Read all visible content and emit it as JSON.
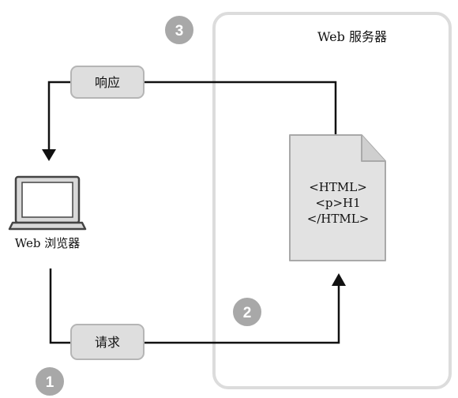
{
  "server": {
    "title": "Web 服务器"
  },
  "browser": {
    "label": "Web 浏览器"
  },
  "steps": {
    "one": "1",
    "two": "2",
    "three": "3"
  },
  "request": {
    "label": "请求"
  },
  "response": {
    "label": "响应"
  },
  "document": {
    "lines": [
      "<HTML>",
      "<p>H1",
      "</HTML>"
    ]
  }
}
